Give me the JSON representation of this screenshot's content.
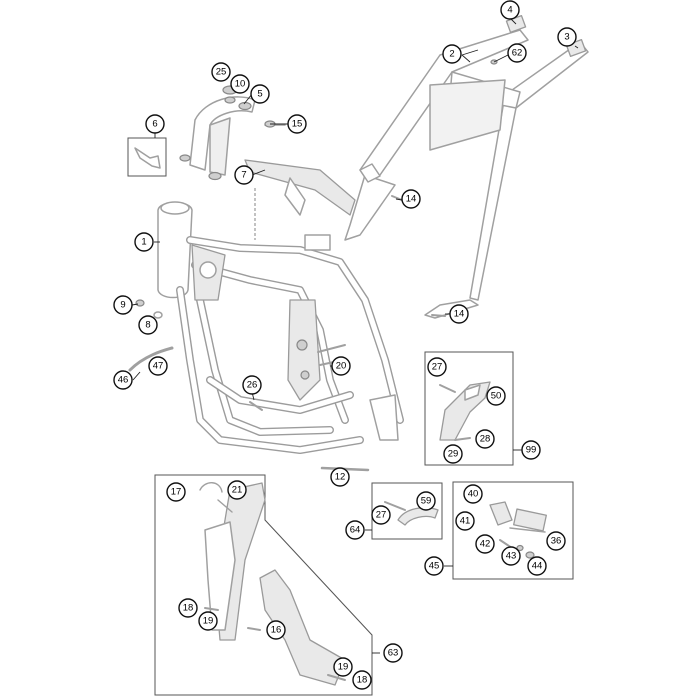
{
  "callouts": [
    {
      "id": "c1",
      "label": "1"
    },
    {
      "id": "c2",
      "label": "2"
    },
    {
      "id": "c3",
      "label": "3"
    },
    {
      "id": "c4",
      "label": "4"
    },
    {
      "id": "c5",
      "label": "5"
    },
    {
      "id": "c6",
      "label": "6"
    },
    {
      "id": "c7",
      "label": "7"
    },
    {
      "id": "c8",
      "label": "8"
    },
    {
      "id": "c9",
      "label": "9"
    },
    {
      "id": "c10",
      "label": "10"
    },
    {
      "id": "c12",
      "label": "12"
    },
    {
      "id": "c14a",
      "label": "14"
    },
    {
      "id": "c14b",
      "label": "14"
    },
    {
      "id": "c15",
      "label": "15"
    },
    {
      "id": "c16",
      "label": "16"
    },
    {
      "id": "c17",
      "label": "17"
    },
    {
      "id": "c18a",
      "label": "18"
    },
    {
      "id": "c18b",
      "label": "18"
    },
    {
      "id": "c19a",
      "label": "19"
    },
    {
      "id": "c19b",
      "label": "19"
    },
    {
      "id": "c20",
      "label": "20"
    },
    {
      "id": "c21",
      "label": "21"
    },
    {
      "id": "c25",
      "label": "25"
    },
    {
      "id": "c26",
      "label": "26"
    },
    {
      "id": "c27a",
      "label": "27"
    },
    {
      "id": "c27b",
      "label": "27"
    },
    {
      "id": "c28",
      "label": "28"
    },
    {
      "id": "c29",
      "label": "29"
    },
    {
      "id": "c36",
      "label": "36"
    },
    {
      "id": "c40",
      "label": "40"
    },
    {
      "id": "c41",
      "label": "41"
    },
    {
      "id": "c42",
      "label": "42"
    },
    {
      "id": "c43",
      "label": "43"
    },
    {
      "id": "c44",
      "label": "44"
    },
    {
      "id": "c45",
      "label": "45"
    },
    {
      "id": "c46",
      "label": "46"
    },
    {
      "id": "c47",
      "label": "47"
    },
    {
      "id": "c50",
      "label": "50"
    },
    {
      "id": "c59",
      "label": "59"
    },
    {
      "id": "c62",
      "label": "62"
    },
    {
      "id": "c63",
      "label": "63"
    },
    {
      "id": "c64",
      "label": "64"
    },
    {
      "id": "c99",
      "label": "99"
    }
  ]
}
